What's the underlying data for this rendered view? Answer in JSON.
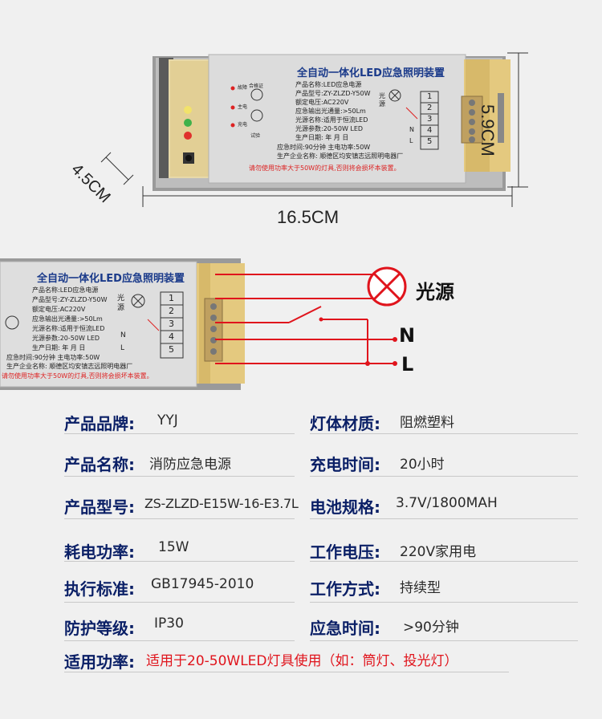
{
  "top_product": {
    "title": "全自动一体化LED应急照明装置",
    "lines": [
      "产品名称:LED应急电源",
      "产品型号:ZY-ZLZD-Y50W",
      "额定电压:AC220V",
      "应急输出光通量:>50Lm",
      "光源名称:适用于恒流LED",
      "光源参数:20-50W LED",
      "生产日期:      年  月  日",
      "应急时间:90分钟   主电功率:50W",
      "生产企业名称: 顺德区均安镇志远照明电器厂"
    ],
    "warning": "请勿使用功率大于50W的灯具,否则将会损坏本装置。",
    "left_indicators": [
      "故障",
      "主电",
      "充电",
      "试验"
    ],
    "terminal_numbers": [
      "1",
      "2",
      "3",
      "4",
      "5"
    ],
    "terminal_letters": [
      "光",
      "源",
      "N",
      "L"
    ],
    "sticker": "合格证"
  },
  "dimensions": {
    "height": "5.9CM",
    "depth": "4.5CM",
    "length": "16.5CM"
  },
  "wiring": {
    "light_source": "光源",
    "n": "N",
    "l": "L"
  },
  "specs": [
    {
      "label": "产品品牌:",
      "value": "YYJ"
    },
    {
      "label": "灯体材质:",
      "value": "阻燃塑料"
    },
    {
      "label": "产品名称:",
      "value": "消防应急电源"
    },
    {
      "label": "充电时间:",
      "value": "20小时"
    },
    {
      "label": "产品型号:",
      "value": "ZS-ZLZD-E15W-16-E3.7L"
    },
    {
      "label": "电池规格:",
      "value": "3.7V/1800MAH"
    },
    {
      "label": "耗电功率:",
      "value": "15W"
    },
    {
      "label": "工作电压:",
      "value": "220V家用电"
    },
    {
      "label": "执行标准:",
      "value": "GB17945-2010"
    },
    {
      "label": "工作方式:",
      "value": "持续型"
    },
    {
      "label": "防护等级:",
      "value": "IP30"
    },
    {
      "label": "应急时间:",
      "value": ">90分钟"
    },
    {
      "label": "适用功率:",
      "value": "适用于20-50WLED灯具使用（如：筒灯、投光灯）"
    }
  ],
  "colors": {
    "label": "#0a1f66",
    "accent_red": "#e0141c",
    "terminal": "#d9bf7c"
  }
}
